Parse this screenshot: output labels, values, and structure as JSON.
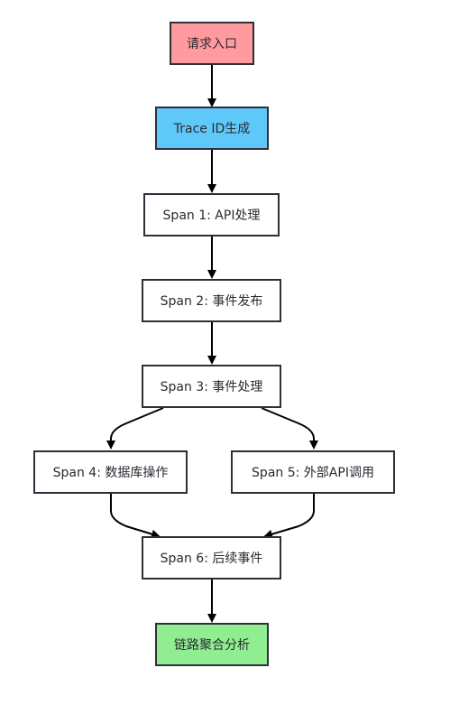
{
  "nodes": {
    "request_entry": "请求入口",
    "trace_id": "Trace ID生成",
    "span1": "Span 1: API处理",
    "span2": "Span 2: 事件发布",
    "span3": "Span 3: 事件处理",
    "span4": "Span 4: 数据库操作",
    "span5": "Span 5: 外部API调用",
    "span6": "Span 6: 后续事件",
    "aggregate": "链路聚合分析"
  },
  "colors": {
    "start_fill": "#ff9a9e",
    "trace_fill": "#5ec8f8",
    "end_fill": "#90ee90",
    "default_fill": "#ffffff",
    "stroke": "#2f2f3a"
  }
}
